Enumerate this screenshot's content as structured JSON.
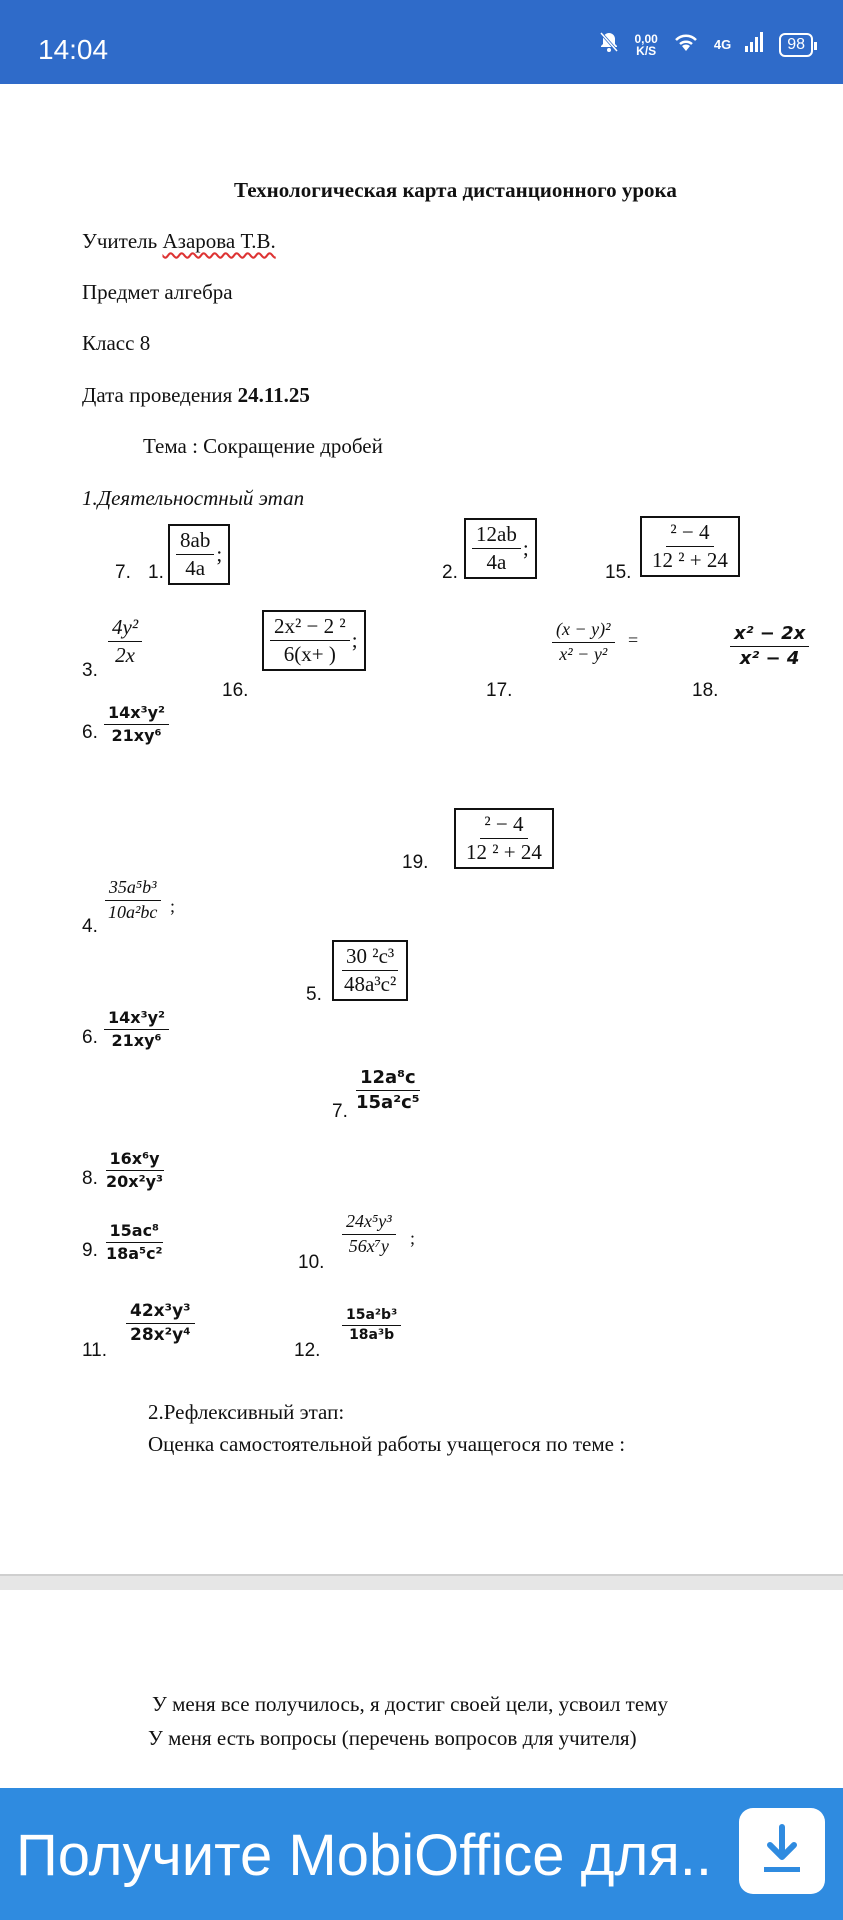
{
  "status_bar": {
    "time": "14:04",
    "net_speed_value": "0,00",
    "net_speed_unit": "K/S",
    "network": "4G",
    "battery": "98"
  },
  "document": {
    "title": "Технологическая карта дистанционного урока",
    "teacher_label": "Учитель",
    "teacher_name": "Азарова Т.В.",
    "subject_line": "Предмет  алгебра",
    "class_line": "Класс 8",
    "date_label": "Дата проведения",
    "date_value": "24.11.25",
    "topic_line": "Тема :  Сокращение дробей",
    "stage1": "1.Деятельностный этап",
    "stage2": "2.Рефлексивный этап:",
    "evaluation": "Оценка самостоятельной работы учащегося по теме :",
    "reflection_1": "У меня все получилось, я достиг своей цели, усвоил тему",
    "reflection_2": "У меня есть вопросы (перечень вопросов для учителя)",
    "problems": {
      "n7a": "7.",
      "n1": "1.",
      "p1_num": "8ab",
      "p1_den": "4a",
      "n2": "2.",
      "p2_num": "12ab",
      "p2_den": "4a",
      "n15": "15.",
      "p15_num": "² − 4",
      "p15_den": "12  ² + 24",
      "n3": "3.",
      "p3_num": "4y²",
      "p3_den": "2x",
      "n16": "16.",
      "p16_num": "2x² − 2  ²",
      "p16_den": "6(x+   )",
      "n17": "17.",
      "p17_num": "(x − y)²",
      "p17_den": "x² − y²",
      "p17_eq": "=",
      "n18": "18.",
      "p18_num": "x² − 2x",
      "p18_den": "x² − 4",
      "n6a": "6.",
      "p6_num": "14x³y²",
      "p6_den": "21xy⁶",
      "n19": "19.",
      "p19_num": "² − 4",
      "p19_den": "12  ² + 24",
      "n4": "4.",
      "p4_num": "35a⁵b³",
      "p4_den": "10a²bc",
      "n5": "5.",
      "p5_num": "30  ²c³",
      "p5_den": "48a³c²",
      "n6b": "6.",
      "n7b": "7.",
      "p7_num": "12a⁸c",
      "p7_den": "15a²c⁵",
      "n8": "8.",
      "p8_num": "16x⁶y",
      "p8_den": "20x²y³",
      "n9": "9.",
      "p9_num": "15ac⁸",
      "p9_den": "18a⁵c²",
      "n10": "10.",
      "p10_num": "24x⁵y³",
      "p10_den": "56x⁷y",
      "n11": "11.",
      "p11_num": "42x³y³",
      "p11_den": "28x²y⁴",
      "n12": "12.",
      "p12_num": "15a²b³",
      "p12_den": "18a³b"
    }
  },
  "banner": {
    "text": "Получите MobiOffice для..",
    "icon": "download-icon"
  }
}
